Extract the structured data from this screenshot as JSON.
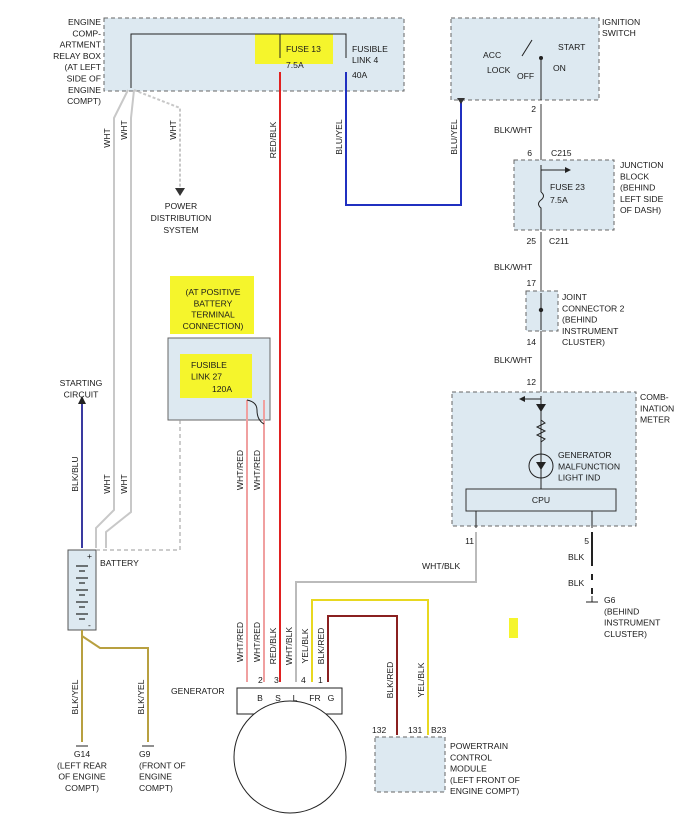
{
  "colors": {
    "wht": "#c8c8c8",
    "red": "#e02020",
    "blu": "#2030c0",
    "blk": "#222222",
    "yel": "#e8d820",
    "brown": "#8a2020",
    "box_fill": "#dde9f1",
    "highlight": "#f5f52c"
  },
  "relay_box": {
    "lines": [
      "ENGINE",
      "COMP-",
      "ARTMENT",
      "RELAY BOX",
      "(AT LEFT",
      "SIDE OF",
      "ENGINE",
      "COMPT)"
    ]
  },
  "fuse13": {
    "name": "FUSE 13",
    "rating": "7.5A"
  },
  "fusible_link4": {
    "lines": [
      "FUSIBLE",
      "LINK 4"
    ],
    "rating": "40A"
  },
  "ignition_switch": {
    "lines": [
      "IGNITION",
      "SWITCH"
    ],
    "positions": {
      "acc": "ACC",
      "lock": "LOCK",
      "off": "OFF",
      "start": "START",
      "on": "ON"
    }
  },
  "wires": {
    "wht": "WHT",
    "red_blk": "RED/BLK",
    "blu_yel": "BLU/YEL",
    "blk_wht": "BLK/WHT",
    "blk_blu": "BLK/BLU",
    "wht_red": "WHT/RED",
    "wht_blk": "WHT/BLK",
    "yel_blk": "YEL/BLK",
    "blk_red": "BLK/RED",
    "blk": "BLK",
    "blk_yel": "BLK/YEL"
  },
  "pins": {
    "ign2": "2",
    "c215_6": "6",
    "c211_25": "25",
    "jc17": "17",
    "jc14": "14",
    "meter12": "12",
    "meter11": "11",
    "meter5": "5",
    "gen2": "2",
    "gen3": "3",
    "gen4": "4",
    "gen1": "1",
    "pcm132": "132",
    "pcm131": "131",
    "pcmB23": "B23"
  },
  "connectors": {
    "c215": "C215",
    "c211": "C211"
  },
  "power_distribution": {
    "lines": [
      "POWER",
      "DISTRIBUTION",
      "SYSTEM"
    ]
  },
  "junction_block": {
    "lines": [
      "JUNCTION",
      "BLOCK",
      "(BEHIND",
      "LEFT SIDE",
      "OF DASH)"
    ]
  },
  "fuse23": {
    "name": "FUSE 23",
    "rating": "7.5A"
  },
  "positive_terminal": {
    "lines": [
      "(AT POSITIVE",
      "BATTERY",
      "TERMINAL",
      "CONNECTION)"
    ]
  },
  "fusible_link27": {
    "lines": [
      "FUSIBLE",
      "LINK 27"
    ],
    "rating": "120A"
  },
  "joint_connector": {
    "lines": [
      "JOINT",
      "CONNECTOR 2",
      "(BEHIND",
      "INSTRUMENT",
      "CLUSTER)"
    ]
  },
  "combination_meter": {
    "lines": [
      "COMB-",
      "INATION",
      "METER"
    ]
  },
  "generator_light": {
    "lines": [
      "GENERATOR",
      "MALFUNCTION",
      "LIGHT IND"
    ]
  },
  "cpu": "CPU",
  "starting_circuit": {
    "lines": [
      "STARTING",
      "CIRCUIT"
    ]
  },
  "battery": {
    "label": "BATTERY",
    "plus": "+",
    "minus": "-"
  },
  "g6": {
    "lines": [
      "G6",
      "(BEHIND",
      "INSTRUMENT",
      "CLUSTER)"
    ]
  },
  "generator": {
    "label": "GENERATOR",
    "terminals": [
      "B",
      "S",
      "L",
      "FR",
      "G"
    ]
  },
  "pcm": {
    "lines": [
      "POWERTRAIN",
      "CONTROL",
      "MODULE",
      "(LEFT FRONT OF",
      "ENGINE COMPT)"
    ]
  },
  "g14": {
    "lines": [
      "G14",
      "(LEFT REAR",
      "OF ENGINE",
      "COMPT)"
    ]
  },
  "g9": {
    "lines": [
      "G9",
      "(FRONT OF",
      "ENGINE",
      "COMPT)"
    ]
  }
}
